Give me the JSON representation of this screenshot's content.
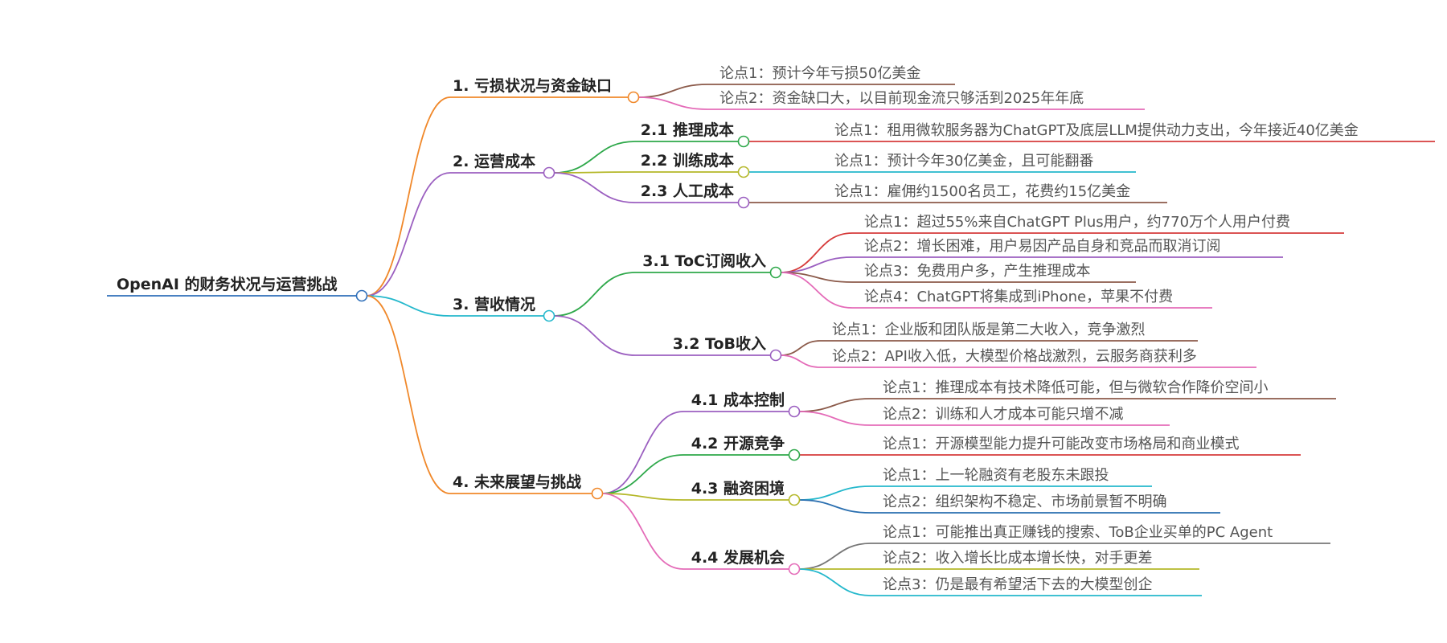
{
  "colors": {
    "root": "#2f6fba",
    "orange": "#f0882a",
    "purple": "#9b5fc0",
    "cyan": "#24b8cc",
    "green": "#2ea84a",
    "olive": "#b5b82a",
    "red": "#d63b3b",
    "pink": "#e46bb8",
    "brown": "#8b5a4a",
    "blue": "#2a6fb0",
    "gray": "#777777"
  },
  "root": {
    "label": "OpenAI 的财务状况与运营挑战"
  },
  "branches": [
    {
      "id": "b1",
      "label": "1. 亏损状况与资金缺口",
      "color": "orange",
      "leaves": [
        {
          "label": "论点1：预计今年亏损50亿美金",
          "color": "brown"
        },
        {
          "label": "论点2：资金缺口大，以目前现金流只够活到2025年年底",
          "color": "pink"
        }
      ]
    },
    {
      "id": "b2",
      "label": "2. 运营成本",
      "color": "purple",
      "subs": [
        {
          "id": "b2s1",
          "label": "2.1 推理成本",
          "color": "green",
          "leaves": [
            {
              "label": "论点1：租用微软服务器为ChatGPT及底层LLM提供动力支出，今年接近40亿美金",
              "color": "red"
            }
          ]
        },
        {
          "id": "b2s2",
          "label": "2.2 训练成本",
          "color": "olive",
          "leaves": [
            {
              "label": "论点1：预计今年30亿美金，且可能翻番",
              "color": "cyan"
            }
          ]
        },
        {
          "id": "b2s3",
          "label": "2.3 人工成本",
          "color": "purple",
          "leaves": [
            {
              "label": "论点1：雇佣约1500名员工，花费约15亿美金",
              "color": "brown"
            }
          ]
        }
      ]
    },
    {
      "id": "b3",
      "label": "3. 营收情况",
      "color": "cyan",
      "subs": [
        {
          "id": "b3s1",
          "label": "3.1 ToC订阅收入",
          "color": "green",
          "leaves": [
            {
              "label": "论点1：超过55%来自ChatGPT Plus用户，约770万个人用户付费",
              "color": "red"
            },
            {
              "label": "论点2：增长困难，用户易因产品自身和竞品而取消订阅",
              "color": "purple"
            },
            {
              "label": "论点3：免费用户多，产生推理成本",
              "color": "brown"
            },
            {
              "label": "论点4：ChatGPT将集成到iPhone，苹果不付费",
              "color": "pink"
            }
          ]
        },
        {
          "id": "b3s2",
          "label": "3.2 ToB收入",
          "color": "purple",
          "leaves": [
            {
              "label": "论点1：企业版和团队版是第二大收入，竞争激烈",
              "color": "brown"
            },
            {
              "label": "论点2：API收入低，大模型价格战激烈，云服务商获利多",
              "color": "pink"
            }
          ]
        }
      ]
    },
    {
      "id": "b4",
      "label": "4. 未来展望与挑战",
      "color": "orange",
      "subs": [
        {
          "id": "b4s1",
          "label": "4.1 成本控制",
          "color": "purple",
          "leaves": [
            {
              "label": "论点1：推理成本有技术降低可能，但与微软合作降价空间小",
              "color": "brown"
            },
            {
              "label": "论点2：训练和人才成本可能只增不减",
              "color": "pink"
            }
          ]
        },
        {
          "id": "b4s2",
          "label": "4.2 开源竞争",
          "color": "green",
          "leaves": [
            {
              "label": "论点1：开源模型能力提升可能改变市场格局和商业模式",
              "color": "red"
            }
          ]
        },
        {
          "id": "b4s3",
          "label": "4.3 融资困境",
          "color": "olive",
          "leaves": [
            {
              "label": "论点1：上一轮融资有老股东未跟投",
              "color": "cyan"
            },
            {
              "label": "论点2：组织架构不稳定、市场前景暂不明确",
              "color": "blue"
            }
          ]
        },
        {
          "id": "b4s4",
          "label": "4.4 发展机会",
          "color": "pink",
          "leaves": [
            {
              "label": "论点1：可能推出真正赚钱的搜索、ToB企业买单的PC Agent",
              "color": "gray"
            },
            {
              "label": "论点2：收入增长比成本增长快，对手更差",
              "color": "olive"
            },
            {
              "label": "论点3：仍是最有希望活下去的大模型创企",
              "color": "cyan"
            }
          ]
        }
      ]
    }
  ]
}
